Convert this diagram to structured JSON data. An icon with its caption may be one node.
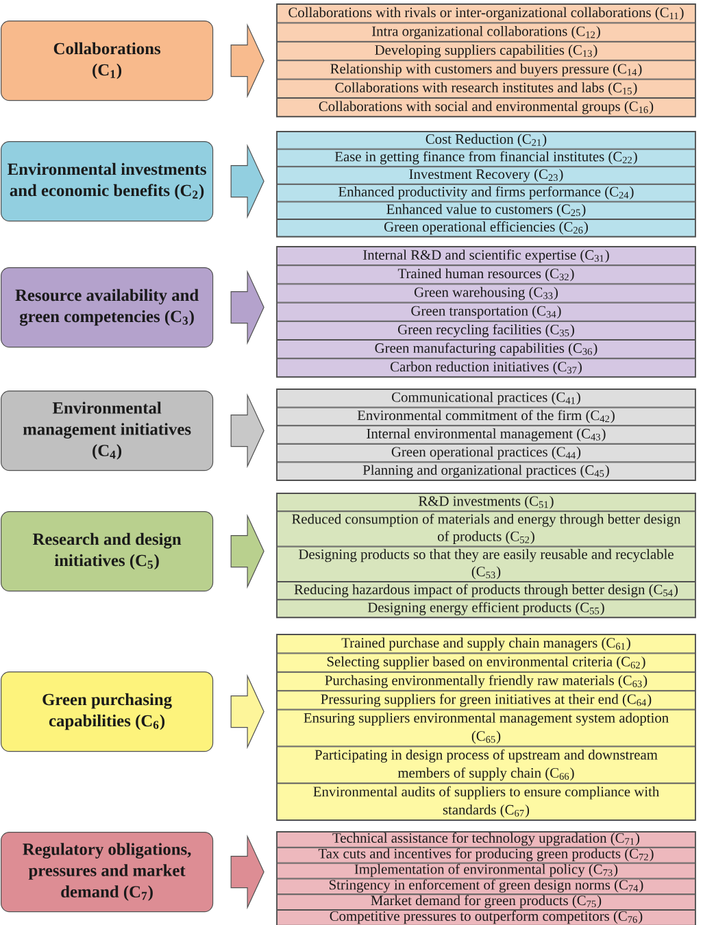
{
  "diagram": {
    "nodes": [
      {
        "text": [
          "Collaborations (C$_{1}$)"
        ]
      },
      {
        "text": [],
        "shape": "box"
      },
      {
        "text": [
          "Collaborations with rivals or inter-organizational collaborations (C$_{11}$)"
        ],
        "in": 1
      },
      {
        "text": [
          "Intra organizational collaborations (C$_{12}$)"
        ],
        "in": 1
      },
      {
        "text": [
          "Developing suppliers capabilities (C$_{13}$)"
        ],
        "in": 1
      },
      {
        "text": [
          "Relationship with customers and buyers pressure (C$_{14}$)"
        ],
        "in": 1
      },
      {
        "text": [
          "Collaborations with research institutes and labs (C$_{15}$)"
        ],
        "in": 1
      },
      {
        "text": [
          "Collaborations with social and environmental groups (C$_{16}$)"
        ],
        "in": 1
      },
      {
        "text": [
          "Environmental investments and economic benefits (C$_{2}$)"
        ]
      },
      {
        "text": [],
        "shape": "box"
      },
      {
        "text": [
          "Cost Reduction (C$_{21}$)"
        ],
        "in": 9
      },
      {
        "text": [
          "Ease in getting finance from financial institutes (C$_{22}$)"
        ],
        "in": 9
      },
      {
        "text": [
          "Investment Recovery (C$_{23}$)"
        ],
        "in": 9
      },
      {
        "text": [
          "Enhanced productivity and firms performance (C$_{24}$)"
        ],
        "in": 9
      },
      {
        "text": [
          "Enhanced value to customers (C$_{25}$)"
        ],
        "in": 9
      },
      {
        "text": [
          "Green operational efficiencies (C$_{26}$)"
        ],
        "in": 9
      },
      {
        "text": [
          "Resource availability and green competencies (C$_{3}$)"
        ]
      },
      {
        "text": [],
        "shape": "box"
      },
      {
        "text": [
          "Internal R&D and scientific expertise (C$_{31}$)"
        ],
        "in": 17
      },
      {
        "text": [
          "Trained human resources (C$_{32}$)"
        ],
        "in": 17
      },
      {
        "text": [
          "Green warehousing (C$_{33}$)"
        ],
        "in": 17
      },
      {
        "text": [
          "Green transportation (C$_{34}$)"
        ],
        "in": 17
      },
      {
        "text": [
          "Green recycling facilities (C$_{35}$)"
        ],
        "in": 17
      },
      {
        "text": [
          "Green manufacturing capabilities (C$_{36}$)"
        ],
        "in": 17
      },
      {
        "text": [
          "Carbon reduction initiatives (C$_{37}$)"
        ],
        "in": 17
      },
      {
        "text": [
          "Environmental management initiatives (C$_{4}$)"
        ]
      },
      {
        "text": [],
        "shape": "box"
      },
      {
        "text": [
          "Communicational practices (C$_{41}$)"
        ],
        "in": 26
      },
      {
        "text": [
          "Environmental commitment of the firm (C$_{42}$)"
        ],
        "in": 26
      },
      {
        "text": [
          "Internal environmental management (C$_{43}$)"
        ],
        "in": 26
      },
      {
        "text": [
          "Green operational practices (C$_{44}$)"
        ],
        "in": 26
      },
      {
        "text": [
          "Planning and organizational practices (C$_{45}$)"
        ],
        "in": 26
      },
      {
        "text": [
          "Research and design initiatives (C$_{5}$)"
        ]
      },
      {
        "text": [],
        "shape": "box"
      },
      {
        "text": [
          "R&D investments (C$_{51}$)"
        ],
        "in": 33
      },
      {
        "text": [
          "Reduced consumption of materials and energy through better design of products (C$_{52}$)"
        ],
        "in": 33
      },
      {
        "text": [
          "Designing products so that they are easily reusable and recyclable (C$_{53}$)"
        ],
        "in": 33
      },
      {
        "text": [
          "Reducing hazardous impact of products through better design (C$_{54}$)"
        ],
        "in": 33
      },
      {
        "text": [
          "Designing energy efficient products (C$_{55}$)"
        ],
        "in": 33
      },
      {
        "text": [
          "Green purchasing capabilities (C$_{6}$)"
        ]
      },
      {
        "text": [],
        "shape": "box"
      },
      {
        "text": [
          "Trained purchase and supply chain managers (C$_{61}$)"
        ],
        "in": 40
      },
      {
        "text": [
          "Selecting supplier based on environmental criteria (C$_{62}$)"
        ],
        "in": 40
      },
      {
        "text": [
          "Purchasing environmentally friendly raw materials (C$_{63}$)"
        ],
        "in": 40
      },
      {
        "text": [
          "Pressuring suppliers for green initiatives at their end (C$_{64}$)"
        ],
        "in": 40
      },
      {
        "text": [
          "Ensuring suppliers environmental management system adoption (C$_{65}$)"
        ],
        "in": 40
      },
      {
        "text": [
          "Participating in design process of upstream and downstream members of supply chain (C$_{66}$)"
        ],
        "in": 40
      },
      {
        "text": [
          "Environmental audits of suppliers to ensure compliance with standards (C$_{67}$)"
        ],
        "in": 40
      },
      {
        "text": [
          "Regulatory obligations, pressures and market demand (C$_{7}$)"
        ]
      },
      {
        "text": [],
        "shape": "box"
      },
      {
        "text": [
          "Technical assistance for technology upgradation (C$_{71}$)"
        ],
        "in": 49
      },
      {
        "text": [
          "Tax cuts and incentives for producing green products (C$_{72}$)"
        ],
        "in": 49
      },
      {
        "text": [
          "Implementation of environmental policy (C$_{73}$)"
        ],
        "in": 49
      },
      {
        "text": [
          "Stringency in enforcement of green design norms (C$_{74}$)"
        ],
        "in": 49
      },
      {
        "text": [
          "Market demand for green products (C$_{75}$)"
        ],
        "in": 49
      },
      {
        "text": [
          "Competitive pressures to outperform competitors (C$_{76}$)"
        ],
        "in": 49
      }
    ],
    "edges": [
      {
        "from": 0,
        "to": 1,
        "arrow": "to"
      },
      {
        "from": 8,
        "to": 9,
        "arrow": "to"
      },
      {
        "from": 16,
        "to": 17,
        "arrow": "to"
      },
      {
        "from": 25,
        "to": 26,
        "arrow": "to"
      },
      {
        "from": 32,
        "to": 33,
        "arrow": "to"
      },
      {
        "from": 39,
        "to": 40,
        "arrow": "to"
      },
      {
        "from": 48,
        "to": 49,
        "arrow": "to"
      }
    ]
  }
}
